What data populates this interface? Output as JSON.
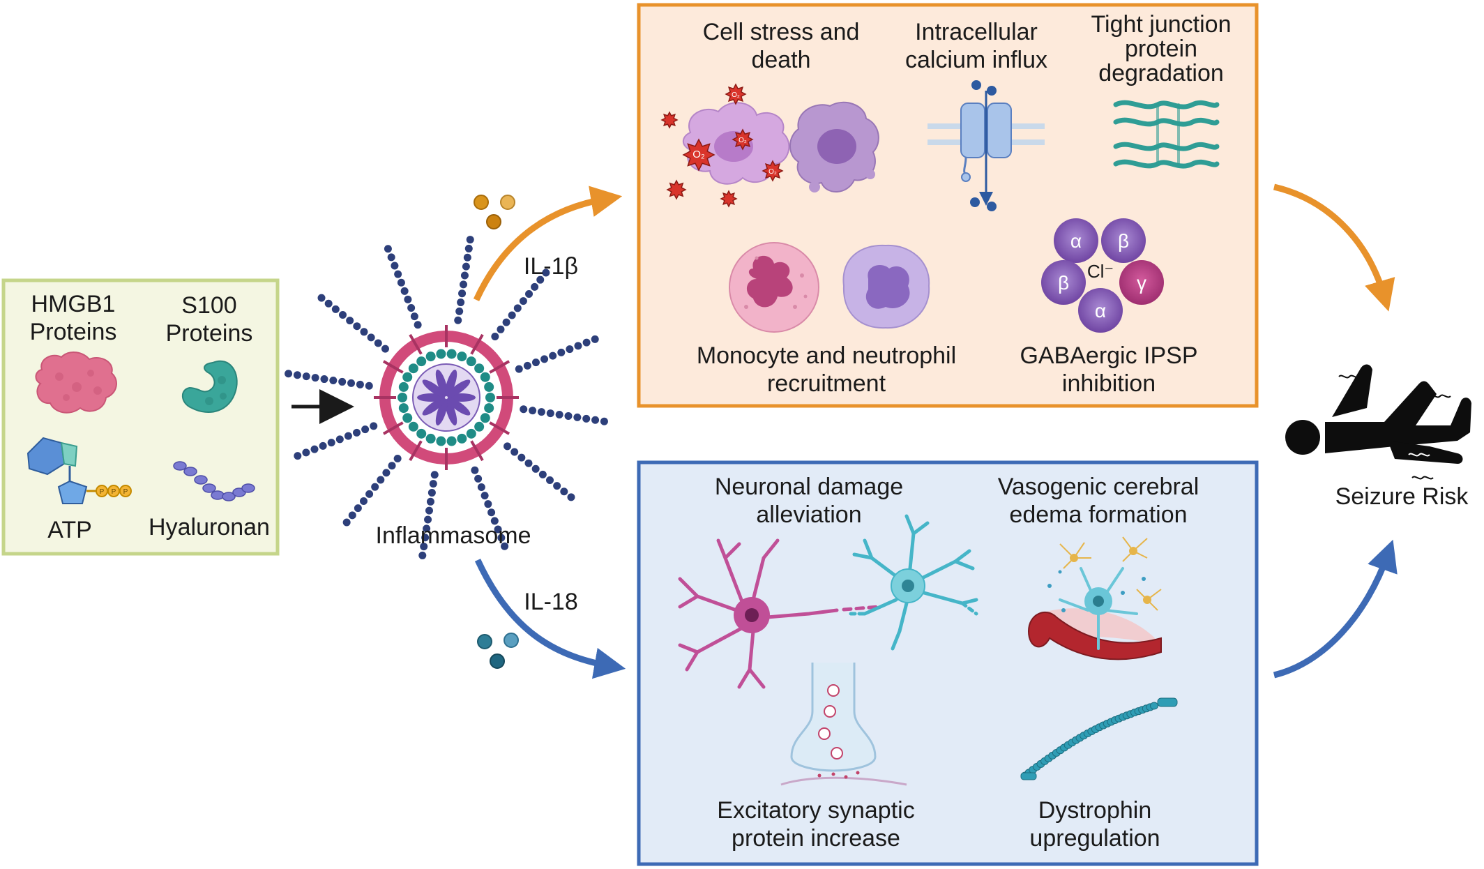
{
  "inputs_box": {
    "hmgb1": [
      "HMGB1",
      "Proteins"
    ],
    "s100": [
      "S100",
      "Proteins"
    ],
    "atp": "ATP",
    "atp_phosphates": [
      "P",
      "P",
      "P"
    ],
    "hyaluronan": "Hyaluronan",
    "border_color": "#c5d58a",
    "fill_color": "#f4f6e2"
  },
  "inflammasome": {
    "label": "Inflammasome"
  },
  "pathways": {
    "il1b": {
      "label": "IL-1β",
      "color": "#e8922b"
    },
    "il18": {
      "label": "IL-18",
      "color": "#3d6ab5"
    }
  },
  "il1b_box": {
    "border_color": "#e8922b",
    "fill_color": "#fdeadb",
    "cell_stress": [
      "Cell stress and",
      "death"
    ],
    "ros_symbol": "O₂",
    "calcium": [
      "Intracellular",
      "calcium influx"
    ],
    "tight_junction": [
      "Tight junction",
      "protein",
      "degradation"
    ],
    "monocyte": [
      "Monocyte and neutrophil",
      "recruitment"
    ],
    "gaba": [
      "GABAergic IPSP",
      "inhibition"
    ],
    "gaba_subunits": [
      "α",
      "β",
      "β",
      "γ",
      "α"
    ],
    "chloride": "Cl⁻"
  },
  "il18_box": {
    "border_color": "#3d6ab5",
    "fill_color": "#e2ebf7",
    "neuronal": [
      "Neuronal damage",
      "alleviation"
    ],
    "edema": [
      "Vasogenic cerebral",
      "edema formation"
    ],
    "synaptic": [
      "Excitatory synaptic",
      "protein increase"
    ],
    "dystrophin": [
      "Dystrophin",
      "upregulation"
    ]
  },
  "outcome": {
    "label": "Seizure Risk"
  }
}
